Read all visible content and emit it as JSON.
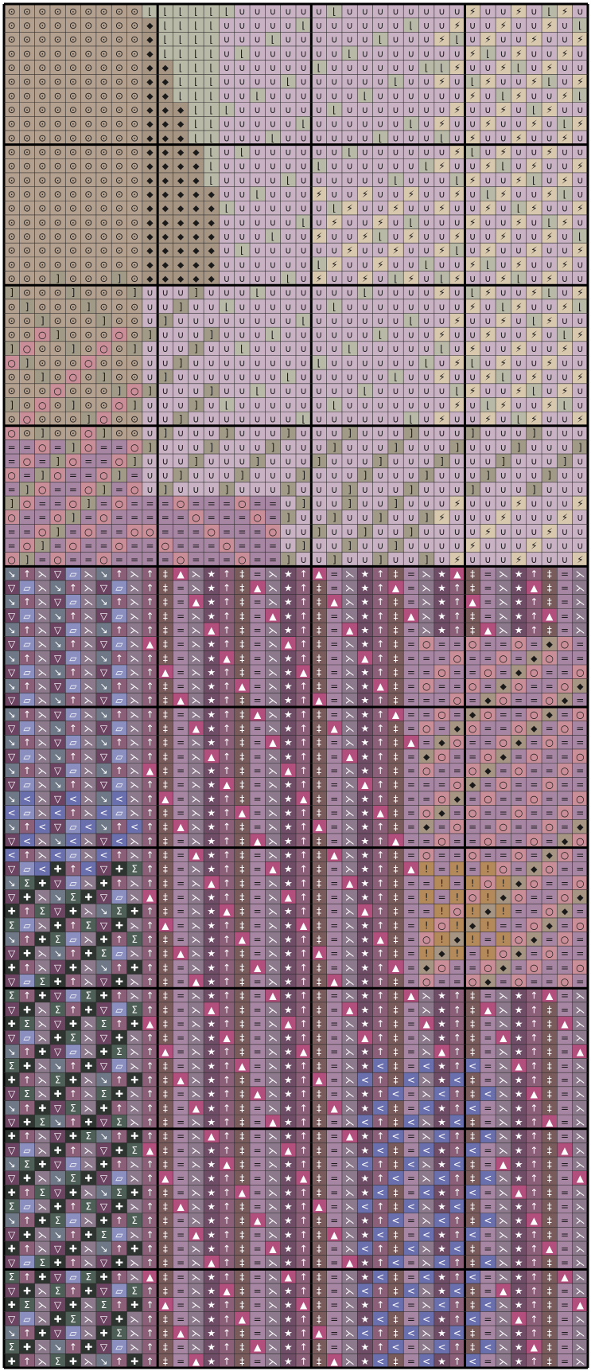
{
  "pattern": {
    "title": "",
    "grid": {
      "cols": 38,
      "rows": 97,
      "major_every": 10
    },
    "palette": {
      "tan": {
        "color": "#b4a08e",
        "symbol": "⊙",
        "ink": "#1a1a1a"
      },
      "tanDark": {
        "color": "#a69583",
        "symbol": "⬥",
        "ink": "#1a1a1a"
      },
      "sage": {
        "color": "#b9b9a7",
        "symbol": "⌊",
        "ink": "#1a1a1a"
      },
      "lilac": {
        "color": "#c8b2c4",
        "symbol": "∪",
        "ink": "#1a1a1a"
      },
      "cream": {
        "color": "#d8c8ae",
        "symbol": "⚡",
        "ink": "#1a1a1a"
      },
      "mauve": {
        "color": "#a786a4",
        "symbol": "=",
        "ink": "#1a1a1a"
      },
      "rose": {
        "color": "#c98e98",
        "symbol": "○",
        "ink": "#1a1a1a"
      },
      "olive": {
        "color": "#a09a86",
        "symbol": "]",
        "ink": "#1a1a1a"
      },
      "plum": {
        "color": "#8b5f78",
        "symbol": "↑",
        "ink": "#ffffff"
      },
      "plumDark": {
        "color": "#6c4462",
        "symbol": "▽",
        "ink": "#ffffff"
      },
      "brown": {
        "color": "#7a5b5b",
        "symbol": "‡",
        "ink": "#ffffff"
      },
      "grayPurp": {
        "color": "#8c7a8c",
        "symbol": "⋋",
        "ink": "#ffffff"
      },
      "slate": {
        "color": "#6e7886",
        "symbol": "↘",
        "ink": "#ffffff"
      },
      "blue": {
        "color": "#6a6fae",
        "symbol": "<",
        "ink": "#ffffff"
      },
      "bluePale": {
        "color": "#8b8fbf",
        "symbol": "▱",
        "ink": "#ffffff"
      },
      "green": {
        "color": "#4d5f57",
        "symbol": "Σ",
        "ink": "#ffffff"
      },
      "dark": {
        "color": "#2e3430",
        "symbol": "✚",
        "ink": "#ffffff"
      },
      "amber": {
        "color": "#b48a5a",
        "symbol": "!",
        "ink": "#1a1a1a"
      },
      "pink": {
        "color": "#b24f7c",
        "symbol": "▲",
        "ink": "#ffffff"
      },
      "white": {
        "color": "#6f4d67",
        "symbol": "★",
        "ink": "#ffffff"
      }
    }
  },
  "colors": {
    "minor_line": "#2d2d2d",
    "major_line": "#000000",
    "background": "#ffffff"
  }
}
